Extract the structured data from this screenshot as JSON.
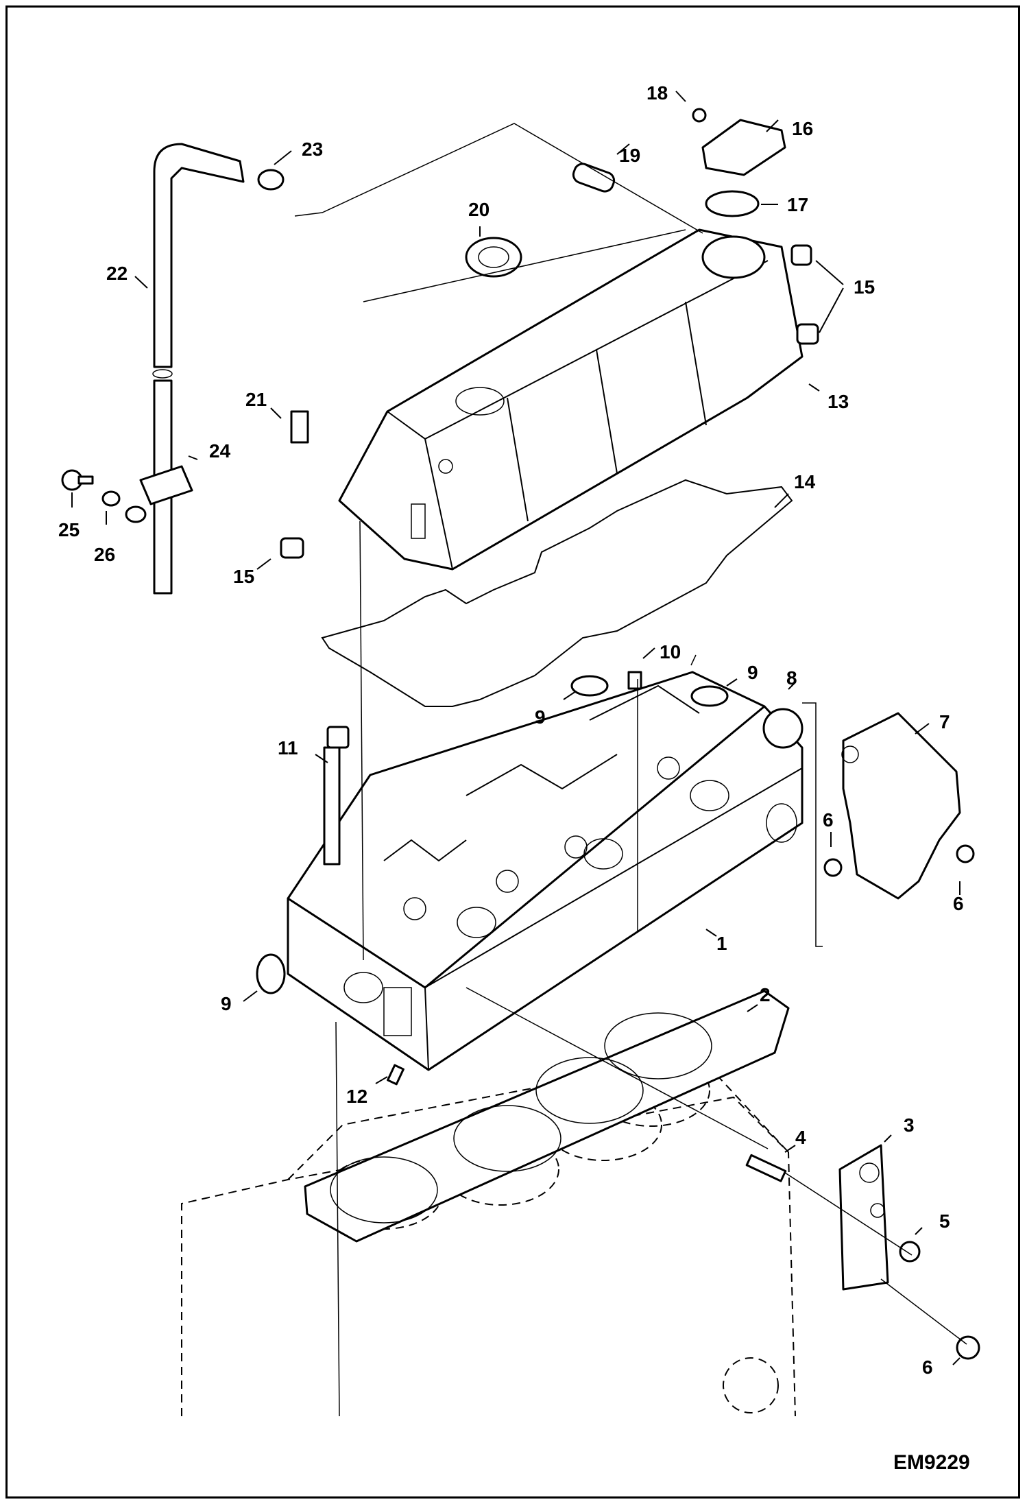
{
  "diagram_code": "EM9229",
  "callouts": {
    "c1": "1",
    "c2": "2",
    "c3": "3",
    "c4": "4",
    "c5": "5",
    "c6a": "6",
    "c6b": "6",
    "c6c": "6",
    "c7": "7",
    "c8": "8",
    "c9a": "9",
    "c9b": "9",
    "c9c": "9",
    "c10": "10",
    "c11": "11",
    "c12": "12",
    "c13": "13",
    "c14": "14",
    "c15a": "15",
    "c15b": "15",
    "c16": "16",
    "c17": "17",
    "c18": "18",
    "c19": "19",
    "c20": "20",
    "c21": "21",
    "c22": "22",
    "c23": "23",
    "c24": "24",
    "c25": "25",
    "c26": "26"
  }
}
